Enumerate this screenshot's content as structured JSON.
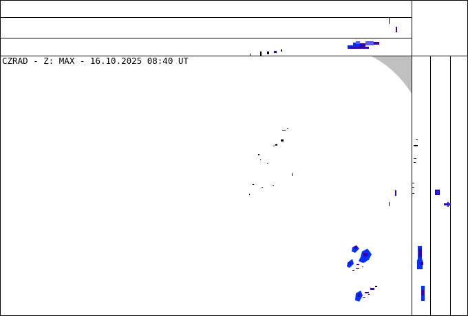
{
  "title": "CZRAD - Z: MAX - 16.10.2025 08:40 UT",
  "colors": {
    "background": "#ffffff",
    "frame": "#000000",
    "outside_range": "#c0c0c0",
    "echo_weak": "#3a00b0",
    "echo_mid": "#0030ff",
    "echo_low": "#5a5aff",
    "echo_scatter": "#000000"
  },
  "panels": [
    "top-projection",
    "main-map",
    "side-projection",
    "corner-box"
  ]
}
